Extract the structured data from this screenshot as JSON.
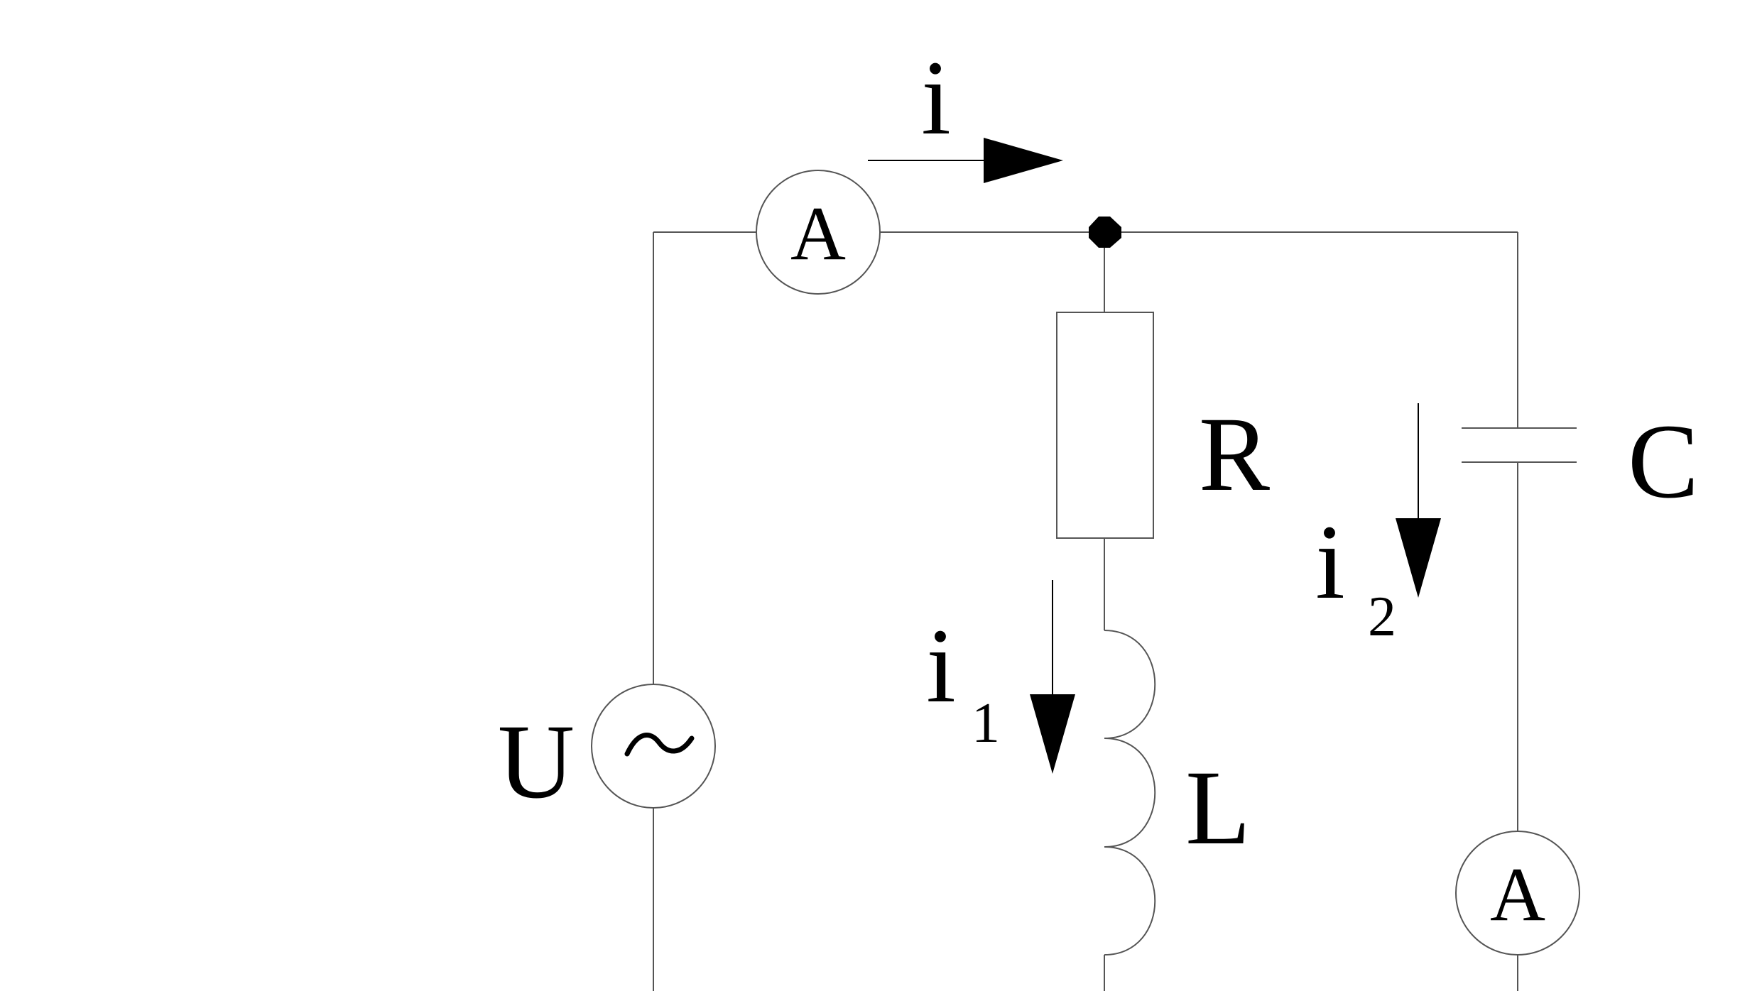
{
  "labels": {
    "total_current": "i",
    "branch1_current": "i",
    "branch1_current_sub": "1",
    "branch2_current": "i",
    "branch2_current_sub": "2",
    "resistor": "R",
    "capacitor": "C",
    "inductor": "L",
    "source": "U",
    "source_symbol": "~",
    "ammeter_top": "A",
    "ammeter_right": "A"
  },
  "colors": {
    "wire": "#555555",
    "ink": "#000000",
    "background": "#ffffff"
  }
}
